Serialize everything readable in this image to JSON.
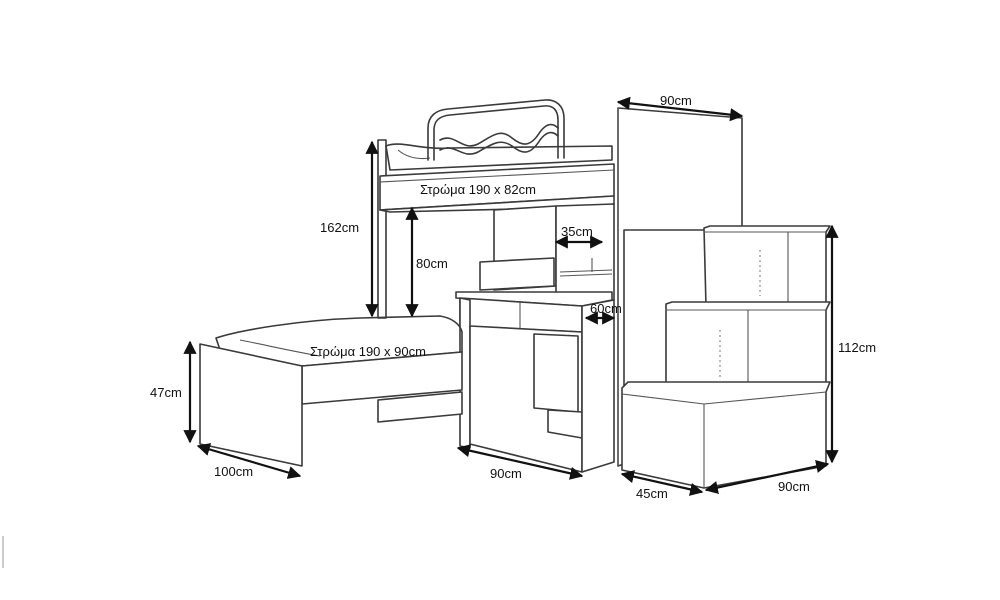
{
  "mattress_labels": {
    "upper": "Στρώμα 190 x 82cm",
    "lower": "Στρώμα 190 x 90cm"
  },
  "dimensions": {
    "stairs_top_width": "90cm",
    "desk_shelf_depth": "35cm",
    "upper_bed_height": "162cm",
    "under_bed_clearance": "80cm",
    "desk_height": "60cm",
    "stairs_height": "112cm",
    "lower_bed_height": "47cm",
    "lower_bed_width": "100cm",
    "desk_width": "90cm",
    "stairs_depth": "45cm",
    "stairs_length": "90cm"
  }
}
